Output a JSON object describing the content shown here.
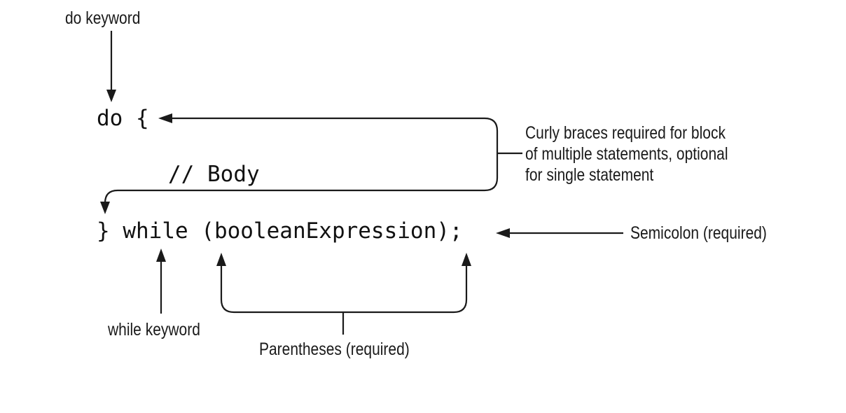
{
  "code": {
    "line_do": "do {",
    "line_body": "// Body",
    "line_while": "} while (booleanExpression);"
  },
  "labels": {
    "do_keyword": "do keyword",
    "curly_braces": [
      "Curly braces required for block",
      "of multiple statements, optional",
      "for single statement"
    ],
    "semicolon": "Semicolon (required)",
    "while_keyword": "while keyword",
    "parentheses": "Parentheses (required)"
  },
  "colors": {
    "ink": "#1a1a1a",
    "background": "#ffffff"
  }
}
